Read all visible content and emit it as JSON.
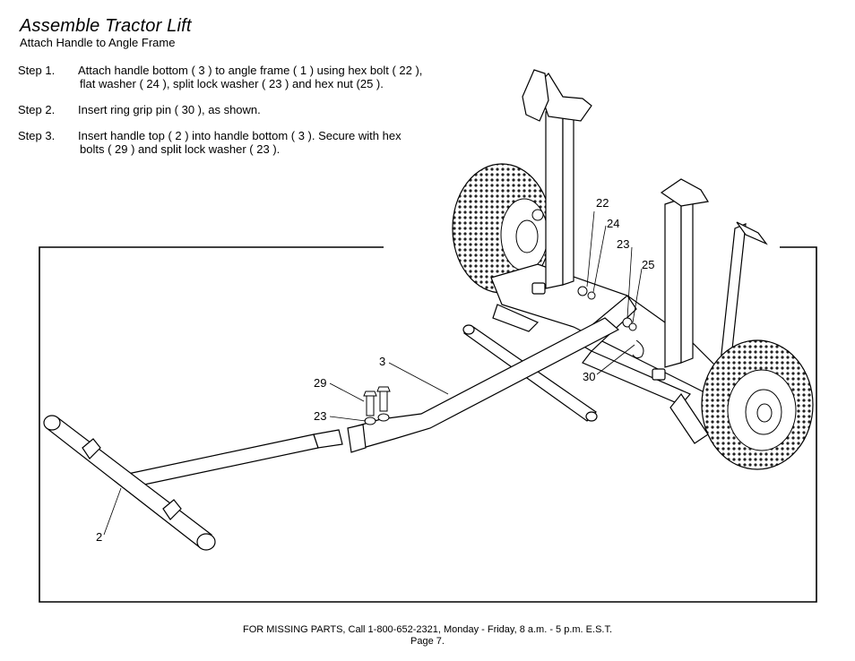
{
  "header": {
    "title": "Assemble Tractor Lift",
    "subtitle": "Attach Handle to Angle Frame"
  },
  "steps": [
    {
      "label": "Step 1.",
      "lines": [
        "Attach handle bottom ( 3 ) to angle frame ( 1 ) using hex bolt ( 22 ),",
        "flat washer ( 24 ), split lock washer ( 23 ) and hex nut (25 )."
      ]
    },
    {
      "label": "Step 2.",
      "lines": [
        "Insert ring grip pin ( 30 ), as shown."
      ]
    },
    {
      "label": "Step 3.",
      "lines": [
        "Insert handle top ( 2 ) into handle bottom ( 3 ).  Secure with hex",
        "bolts ( 29 ) and split lock washer ( 23 )."
      ]
    }
  ],
  "callouts": {
    "c22": "22",
    "c24": "24",
    "c23a": "23",
    "c25": "25",
    "c3": "3",
    "c29": "29",
    "c23b": "23",
    "c30": "30",
    "c2": "2"
  },
  "footer": {
    "contact": "FOR MISSING PARTS, Call 1-800-652-2321, Monday - Friday, 8 a.m. - 5 p.m. E.S.T.",
    "page": "Page 7."
  }
}
